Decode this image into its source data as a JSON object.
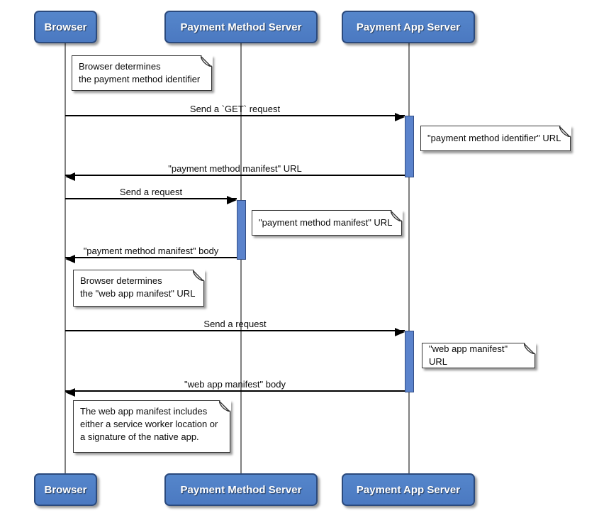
{
  "diagram": {
    "type": "sequence",
    "actors": [
      {
        "id": "browser",
        "label": "Browser"
      },
      {
        "id": "payment-method-server",
        "label": "Payment Method Server"
      },
      {
        "id": "payment-app-server",
        "label": "Payment App Server"
      }
    ],
    "messages": [
      {
        "label": "Send a `GET` request",
        "from": "browser",
        "to": "payment-app-server",
        "direction": "right"
      },
      {
        "label": "\"payment method manifest\" URL",
        "from": "payment-app-server",
        "to": "browser",
        "direction": "left"
      },
      {
        "label": "Send a request",
        "from": "browser",
        "to": "payment-method-server",
        "direction": "right"
      },
      {
        "label": "\"payment method manifest\" body",
        "from": "payment-method-server",
        "to": "browser",
        "direction": "left"
      },
      {
        "label": "Send a request",
        "from": "browser",
        "to": "payment-app-server",
        "direction": "right"
      },
      {
        "label": "\"web app manifest\" body",
        "from": "payment-app-server",
        "to": "browser",
        "direction": "left"
      }
    ],
    "notes": [
      {
        "over": "browser",
        "text": "Browser determines\nthe payment method identifier"
      },
      {
        "over": "payment-app-server",
        "text": "\"payment method identifier\" URL"
      },
      {
        "over": "payment-method-server",
        "text": "\"payment method manifest\" URL"
      },
      {
        "over": "browser",
        "text": "Browser determines\nthe \"web app manifest\" URL"
      },
      {
        "over": "payment-app-server",
        "text": "\"web app manifest\" URL"
      },
      {
        "over": "browser",
        "text": "The web app manifest includes\neither a service worker location or\na signature of the native app."
      }
    ],
    "colors": {
      "canvas_bg": "#ffffff",
      "actor_fill": "#4b79c1",
      "actor_border": "#2b4a7d",
      "actor_text": "#ffffff",
      "activation_fill": "#5b83cc",
      "activation_border": "#344f86",
      "lifeline": "#7f7f7f",
      "arrow": "#000000",
      "note_fill": "#ffffff",
      "note_border": "#363636"
    }
  }
}
